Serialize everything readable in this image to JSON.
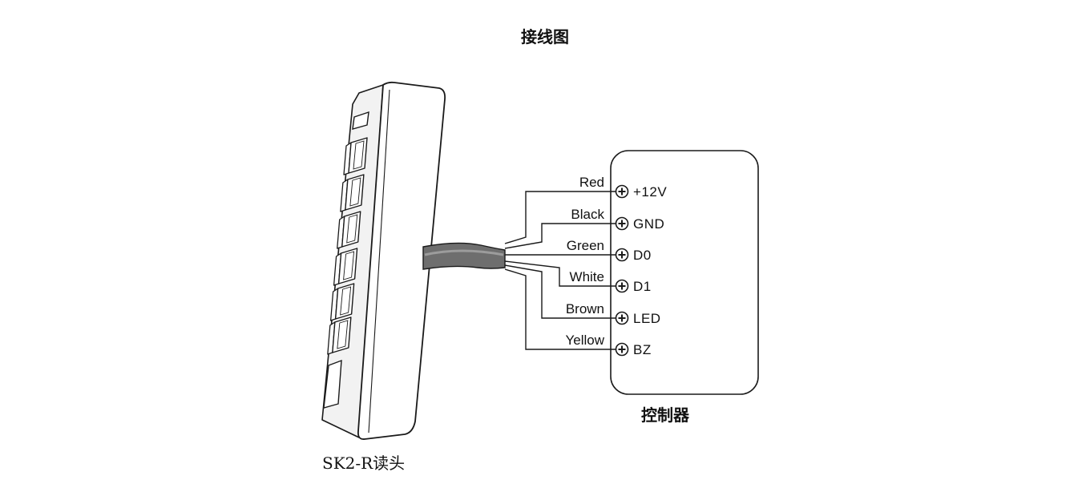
{
  "title": "接线图",
  "reader": {
    "caption": "SK2-R读头",
    "key_count": 6
  },
  "controller": {
    "caption": "控制器",
    "terminals": [
      {
        "wire": "Red",
        "terminal": "+12V"
      },
      {
        "wire": "Black",
        "terminal": "GND"
      },
      {
        "wire": "Green",
        "terminal": "D0"
      },
      {
        "wire": "White",
        "terminal": "D1"
      },
      {
        "wire": "Brown",
        "terminal": "LED"
      },
      {
        "wire": "Yellow",
        "terminal": "BZ"
      }
    ]
  },
  "icons": {
    "terminal": "terminal-screw-icon"
  }
}
